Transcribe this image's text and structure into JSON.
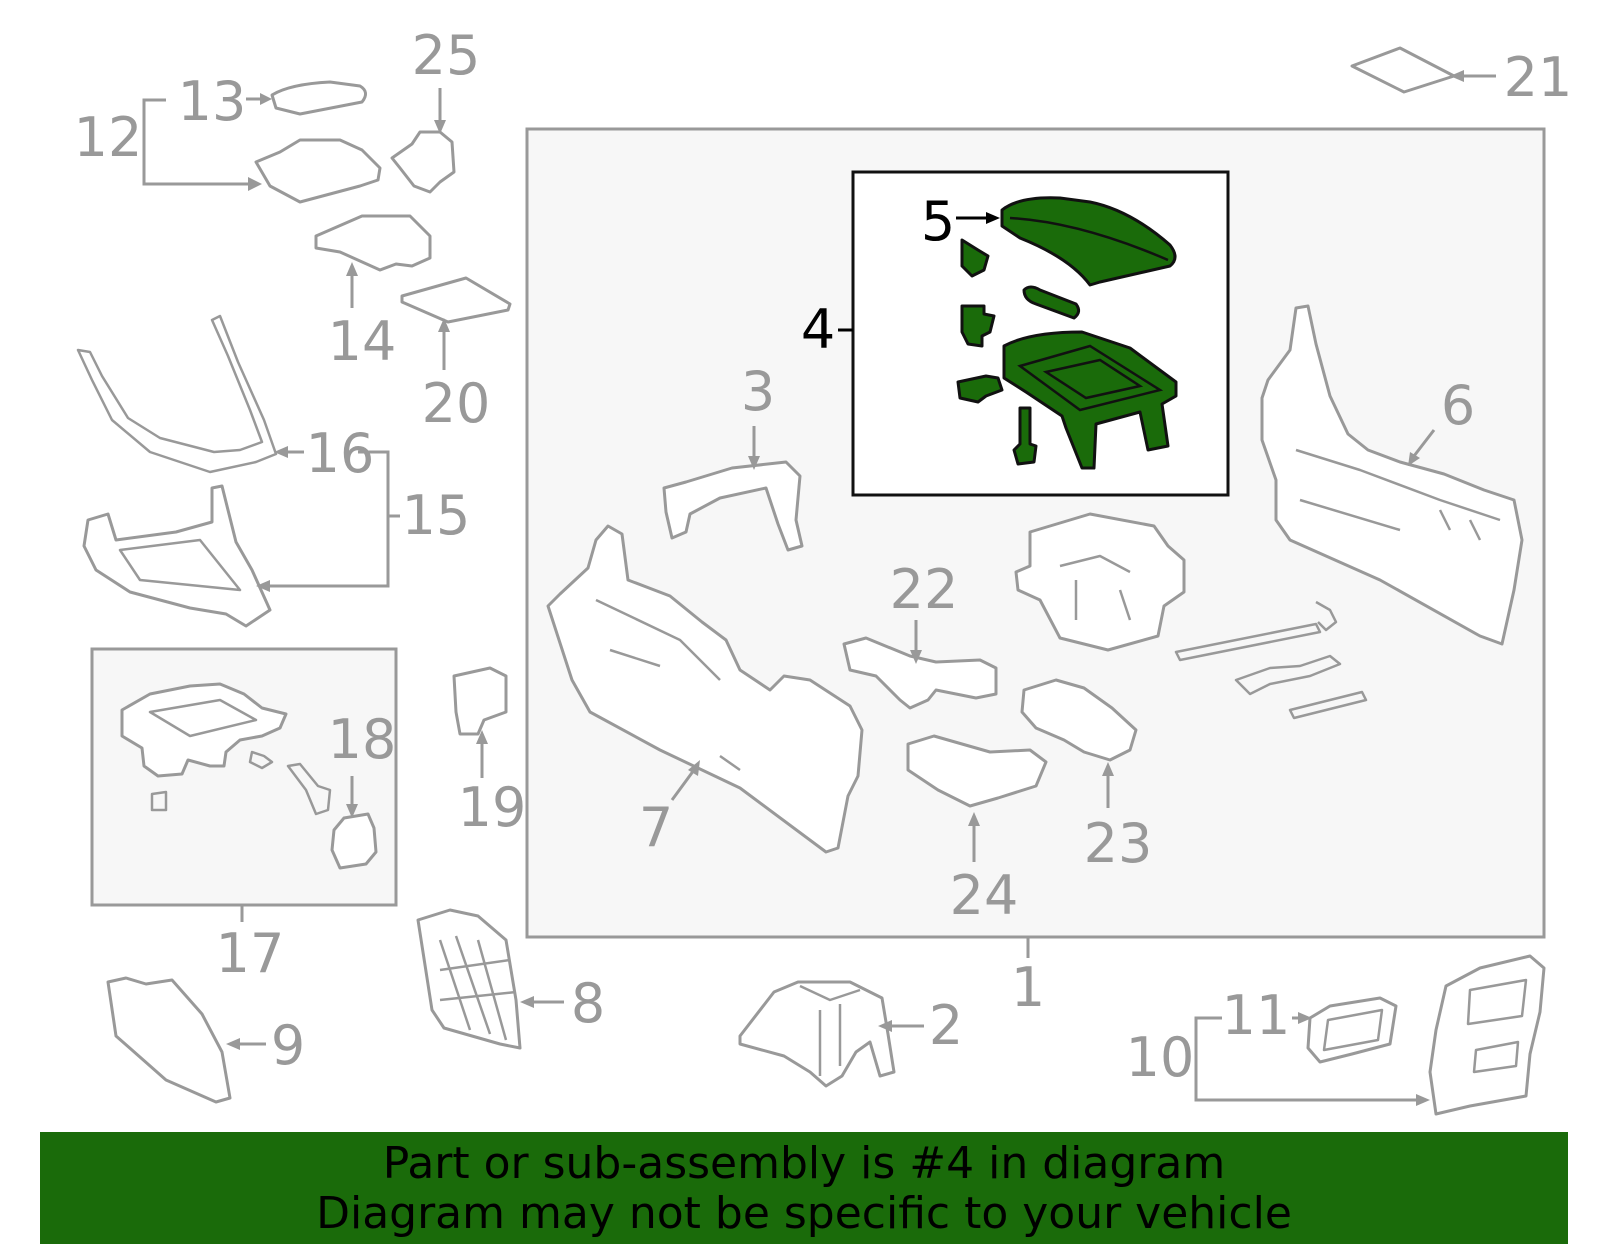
{
  "callouts": {
    "n1": "1",
    "n2": "2",
    "n3": "3",
    "n4": "4",
    "n5": "5",
    "n6": "6",
    "n7": "7",
    "n8": "8",
    "n9": "9",
    "n10": "10",
    "n11": "11",
    "n12": "12",
    "n13": "13",
    "n14": "14",
    "n15": "15",
    "n16": "16",
    "n17": "17",
    "n18": "18",
    "n19": "19",
    "n20": "20",
    "n21": "21",
    "n22": "22",
    "n23": "23",
    "n24": "24",
    "n25": "25"
  },
  "highlighted_part": "4",
  "colors": {
    "highlight": "#1a6b0a",
    "line_gray": "#999999",
    "panel_bg": "#f7f7f7"
  },
  "footer": {
    "line1": "Part or sub-assembly is #4 in diagram",
    "line2": "Diagram may not be specific to your vehicle"
  }
}
